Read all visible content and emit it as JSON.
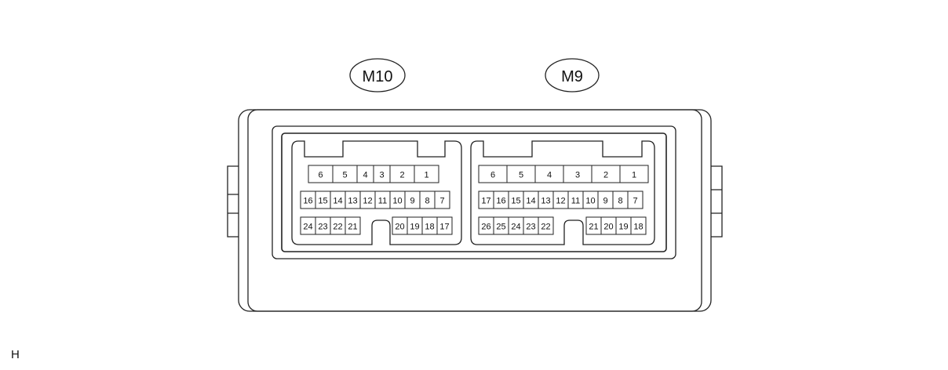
{
  "labels": {
    "left_connector": "M10",
    "right_connector": "M9",
    "corner_code": "H"
  },
  "connectors": [
    {
      "id": "M10",
      "rows": [
        [
          "6",
          "5",
          "4",
          "3",
          "2",
          "1"
        ],
        [
          "16",
          "15",
          "14",
          "13",
          "12",
          "11",
          "10",
          "9",
          "8",
          "7"
        ],
        [
          "24",
          "23",
          "22",
          "21"
        ],
        [
          "20",
          "19",
          "18",
          "17"
        ]
      ]
    },
    {
      "id": "M9",
      "rows": [
        [
          "6",
          "5",
          "4",
          "3",
          "2",
          "1"
        ],
        [
          "17",
          "16",
          "15",
          "14",
          "13",
          "12",
          "11",
          "10",
          "9",
          "8",
          "7"
        ],
        [
          "26",
          "25",
          "24",
          "23",
          "22"
        ],
        [
          "21",
          "20",
          "19",
          "18"
        ]
      ]
    }
  ]
}
